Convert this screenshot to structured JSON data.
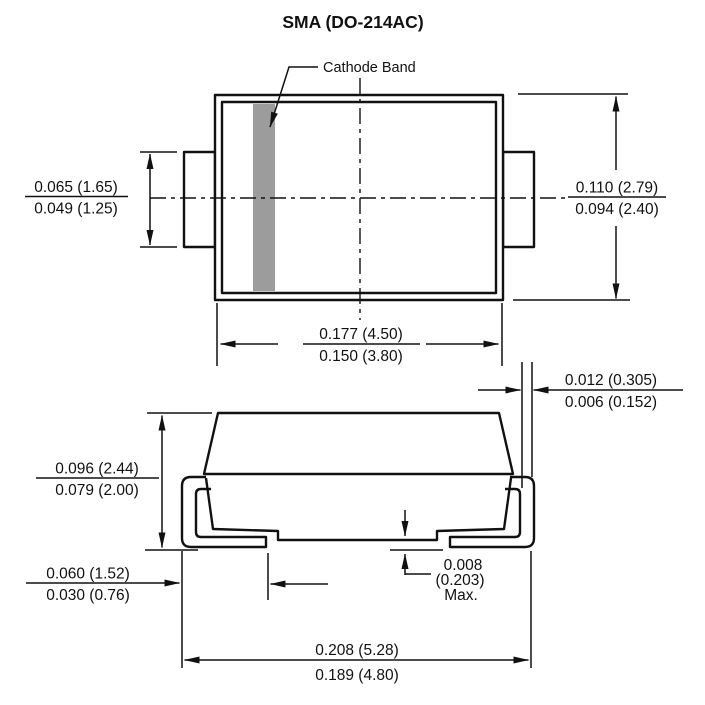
{
  "title": "SMA (DO-214AC)",
  "labels": {
    "cathode_band": "Cathode Band"
  },
  "dims": {
    "tab_height": {
      "max": "0.065 (1.65)",
      "min": "0.049 (1.25)"
    },
    "body_height": {
      "max": "0.110 (2.79)",
      "min": "0.094 (2.40)"
    },
    "body_width": {
      "max": "0.177 (4.50)",
      "min": "0.150 (3.80)"
    },
    "lead_thickness": {
      "max": "0.012 (0.305)",
      "min": "0.006 (0.152)"
    },
    "profile_height": {
      "max": "0.096 (2.44)",
      "min": "0.079 (2.00)"
    },
    "terminal_length": {
      "max": "0.060 (1.52)",
      "min": "0.030 (0.76)"
    },
    "standoff": {
      "value": "0.008",
      "mm": "(0.203)",
      "qualifier": "Max."
    },
    "overall_width": {
      "max": "0.208 (5.28)",
      "min": "0.189 (4.80)"
    }
  },
  "colors": {
    "line": "#111111",
    "cathode_band_fill": "#9c9c9c",
    "background": "#ffffff"
  }
}
